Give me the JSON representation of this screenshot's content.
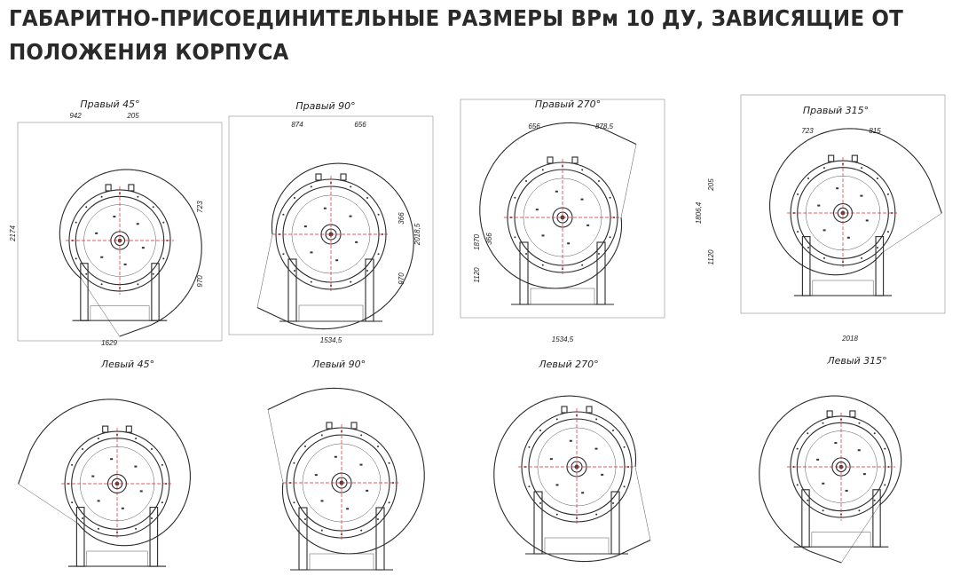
{
  "title": {
    "line1": "ГАБАРИТНО-ПРИСОЕДИНИТЕЛЬНЫЕ РАЗМЕРЫ ВРм 10 ДУ, ЗАВИСЯЩИЕ ОТ",
    "line2": "ПОЛОЖЕНИЯ КОРПУСА"
  },
  "colors": {
    "outline": "#2a2a2a",
    "centerline": "#d9262b"
  },
  "views": [
    {
      "id": "r45",
      "caption": "Правый 45°",
      "dims": [
        "942",
        "205",
        "2174",
        "723",
        "970",
        "1629"
      ]
    },
    {
      "id": "r90",
      "caption": "Правый 90°",
      "dims": [
        "874",
        "656",
        "366",
        "2018,5",
        "970",
        "1534,5"
      ]
    },
    {
      "id": "r270",
      "caption": "Правый 270°",
      "dims": [
        "656",
        "878,5",
        "1870",
        "366",
        "1120",
        "1534,5"
      ]
    },
    {
      "id": "r315",
      "caption": "Правый 315°",
      "dims": [
        "723",
        "815",
        "205",
        "1806,4",
        "1120",
        "2018"
      ]
    },
    {
      "id": "l45",
      "caption": "Левый 45°",
      "dims": []
    },
    {
      "id": "l90",
      "caption": "Левый 90°",
      "dims": []
    },
    {
      "id": "l270",
      "caption": "Левый 270°",
      "dims": []
    },
    {
      "id": "l315",
      "caption": "Левый 315°",
      "dims": []
    }
  ]
}
